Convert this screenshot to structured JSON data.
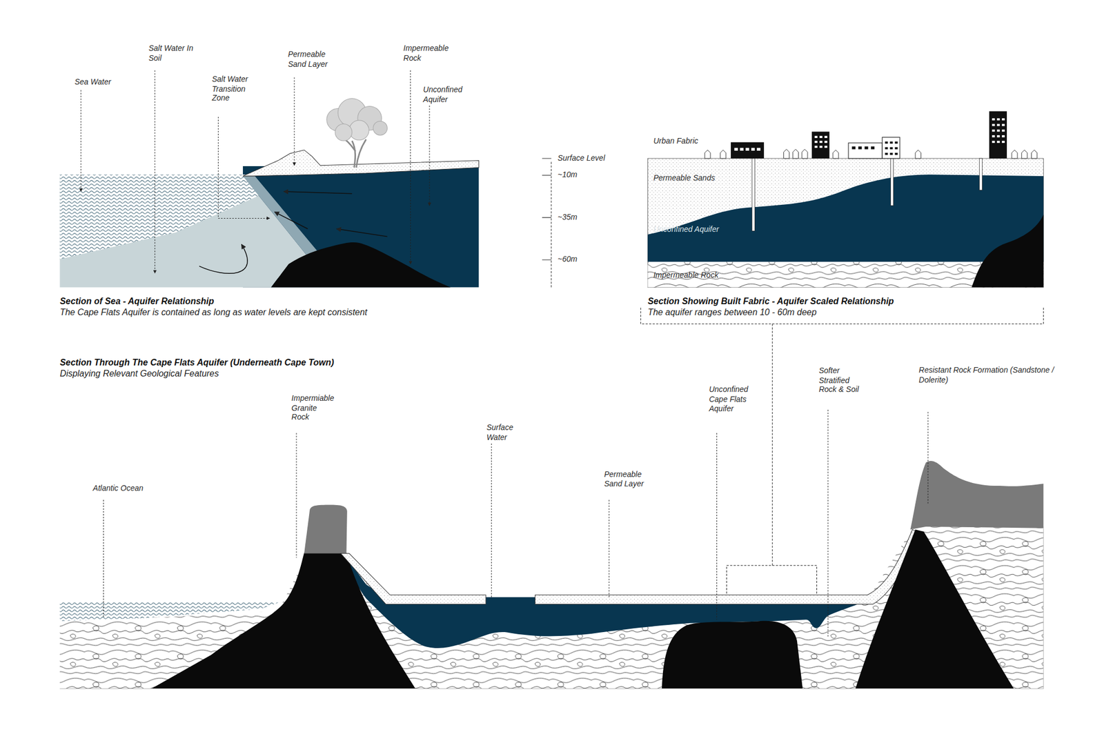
{
  "diagram": {
    "labels": [
      "Sea Water",
      "Salt Water In Soil",
      "Salt Water Transition Zone",
      "Permeable Sand Layer",
      "Impermeable Rock",
      "Unconfined Aquifer",
      "Section of Sea - Aquifer Relationship",
      "The Cape Flats Aquifer is contained as long as water levels are kept consistent",
      "Surface Level",
      "~10m",
      "~35m",
      "~60m",
      "Urban Fabric",
      "Permeable Sands",
      "Unconfined Aquifer",
      "Impermeable Rock",
      "Section Showing Built Fabric - Aquifer Scaled Relationship",
      "The aquifer ranges between 10 - 60m deep",
      "Section Through The Cape Flats Aquifer (Underneath Cape Town)",
      "Displaying Relevant Geological Features",
      "Atlantic Ocean",
      "Impermiable Granite Rock",
      "Surface Water",
      "Permeable Sand Layer",
      "Unconfined Cape Flats Aquifer",
      "Softer Stratified Rock & Soil",
      "Resistant Rock Formation (Sandstone / Dolerite)"
    ]
  }
}
